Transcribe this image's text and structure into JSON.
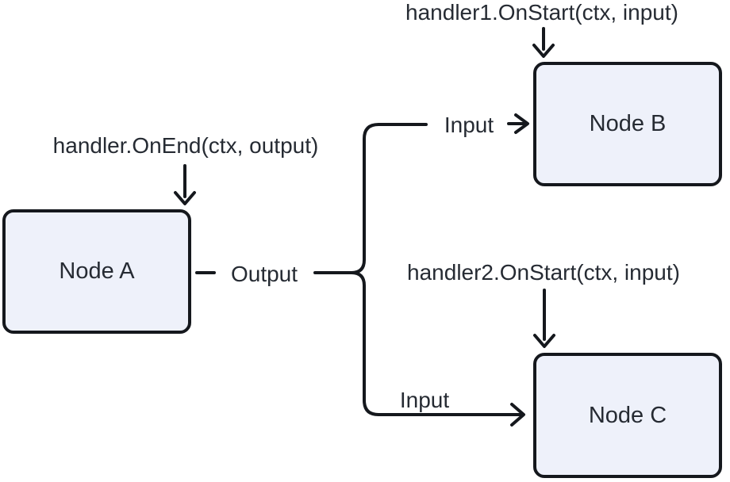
{
  "colors": {
    "background": "#ffffff",
    "stroke": "#15181d",
    "text": "#262b33",
    "node_fill": "#eef1fa",
    "node_border": "#15181d"
  },
  "nodes": [
    {
      "id": "node-a",
      "label": "Node A"
    },
    {
      "id": "node-b",
      "label": "Node B"
    },
    {
      "id": "node-c",
      "label": "Node C"
    }
  ],
  "callouts": [
    {
      "id": "on-end",
      "text": "handler.OnEnd(ctx, output)",
      "target": "Node A"
    },
    {
      "id": "on-start-1",
      "text": "handler1.OnStart(ctx, input)",
      "target": "Node B"
    },
    {
      "id": "on-start-2",
      "text": "handler2.OnStart(ctx, input)",
      "target": "Node C"
    }
  ],
  "edge_labels": {
    "output": "Output",
    "input_top": "Input",
    "input_bottom": "Input"
  }
}
